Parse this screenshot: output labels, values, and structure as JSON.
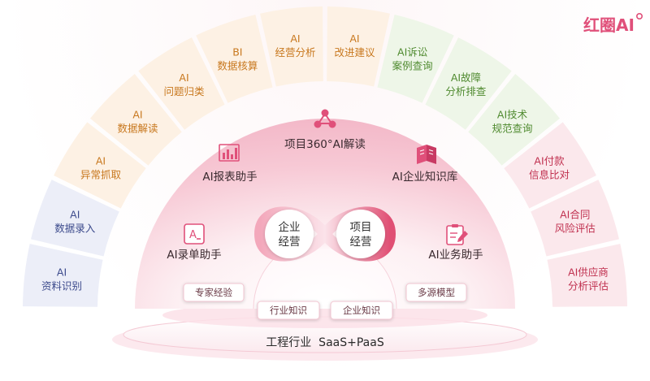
{
  "brand": {
    "name": "红圈AI",
    "color": "#e0507a"
  },
  "ring_segments": [
    {
      "lines": [
        "AI",
        "资料识别"
      ],
      "color": "blue"
    },
    {
      "lines": [
        "AI",
        "数据录入"
      ],
      "color": "blue"
    },
    {
      "lines": [
        "AI",
        "异常抓取"
      ],
      "color": "orange"
    },
    {
      "lines": [
        "AI",
        "数据解读"
      ],
      "color": "orange"
    },
    {
      "lines": [
        "AI",
        "问题归类"
      ],
      "color": "orange"
    },
    {
      "lines": [
        "BI",
        "数据核算"
      ],
      "color": "orange"
    },
    {
      "lines": [
        "AI",
        "经营分析"
      ],
      "color": "orange"
    },
    {
      "lines": [
        "AI",
        "改进建议"
      ],
      "color": "orange"
    },
    {
      "lines": [
        "AI诉讼",
        "案例查询"
      ],
      "color": "green"
    },
    {
      "lines": [
        "AI故障",
        "分析排查"
      ],
      "color": "green"
    },
    {
      "lines": [
        "AI技术",
        "规范查询"
      ],
      "color": "green"
    },
    {
      "lines": [
        "AI付款",
        "信息比对"
      ],
      "color": "red"
    },
    {
      "lines": [
        "AI合同",
        "风险评估"
      ],
      "color": "red"
    },
    {
      "lines": [
        "AI供应商",
        "分析评估"
      ],
      "color": "red"
    }
  ],
  "tools": [
    {
      "label": "项目360°AI解读",
      "icon": "network-icon"
    },
    {
      "label": "AI报表助手",
      "icon": "bar-chart-icon"
    },
    {
      "label": "AI企业知识库",
      "icon": "book-icon"
    },
    {
      "label": "AI录单助手",
      "icon": "form-entry-icon"
    },
    {
      "label": "AI业务助手",
      "icon": "clipboard-pen-icon"
    }
  ],
  "infinity": {
    "left": [
      "企业",
      "经营"
    ],
    "right": [
      "项目",
      "经营"
    ]
  },
  "pills": [
    "专家经验",
    "多源模型",
    "行业知识",
    "企业知识"
  ],
  "base_label": "工程行业  SaaS+PaaS",
  "colors": {
    "blue_fill": "#eceef8",
    "blue_text": "#3c4a8c",
    "orange_fill": "#fdf1e4",
    "orange_text": "#c8781e",
    "green_fill": "#eef6e8",
    "green_text": "#4f8a2f",
    "red_fill": "#fbe8ec",
    "red_text": "#c0304f",
    "accent": "#e0507a"
  }
}
